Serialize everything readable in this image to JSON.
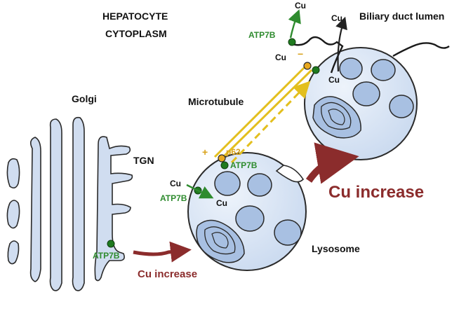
{
  "labels": {
    "hepatocyte_line1": "HEPATOCYTE",
    "hepatocyte_line2": "CYTOPLASM",
    "biliary_duct_lumen": "Biliary duct lumen",
    "golgi": "Golgi",
    "tgn": "TGN",
    "microtubule": "Microtubule",
    "lysosome": "Lysosome",
    "p62": "p62",
    "plus_end": "+",
    "minus_end": "−",
    "cu": "Cu",
    "atp7b": "ATP7B",
    "cu_increase_small": "Cu increase",
    "cu_increase_large": "Cu increase"
  },
  "colors": {
    "golgi_fill": "#d0ddf0",
    "vesicle_fill": "#dbe6f5",
    "organelle_fill": "#a8c0e2",
    "outline": "#2a2a2a",
    "atp7b_green": "#2e8b2e",
    "transporter_dot": "#1f7a1f",
    "microtubule_yellow": "#e3bf1e",
    "p62_orange": "#e8a81e",
    "arrow_red": "#8b2c2c",
    "text_dark": "#111111"
  }
}
